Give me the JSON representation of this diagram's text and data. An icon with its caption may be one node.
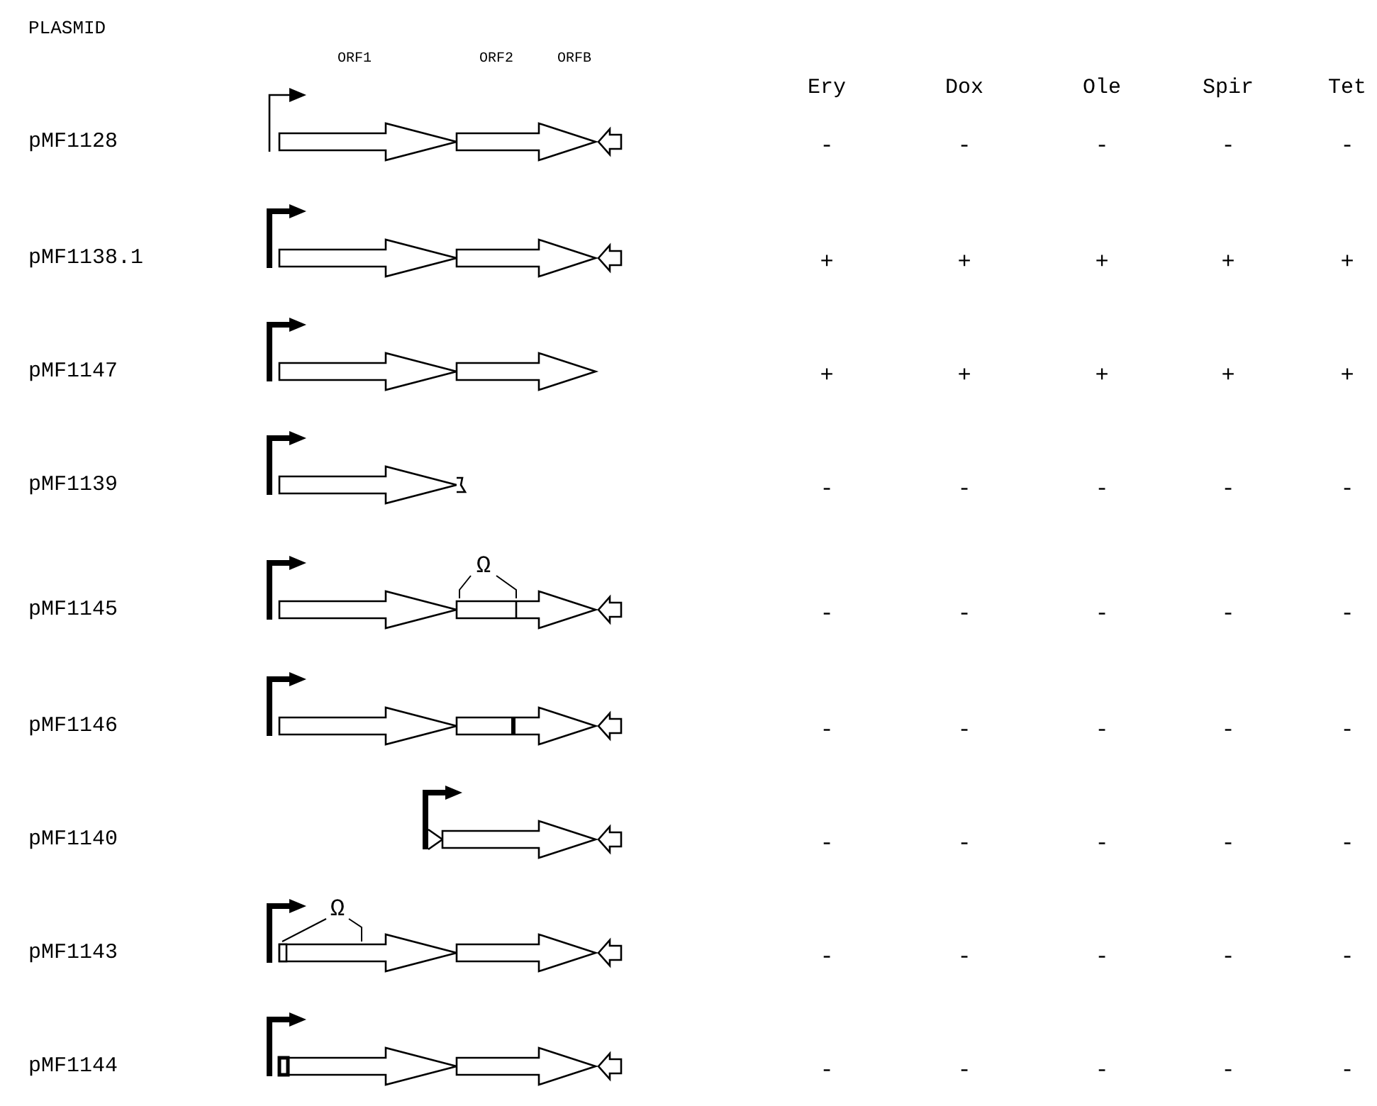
{
  "diagram": {
    "labels": [
      "PLASMID",
      "ORF1",
      "ORF2",
      "ORFB",
      "Ery",
      "Dox",
      "Ole",
      "Spir",
      "Tet",
      "pMF1128",
      "-",
      "-",
      "-",
      "-",
      "-",
      "pMF1138.1",
      "+",
      "+",
      "+",
      "+",
      "+",
      "pMF1147",
      "+",
      "+",
      "+",
      "+",
      "+",
      "pMF1139",
      "-",
      "-",
      "-",
      "-",
      "-",
      "Ω",
      "pMF1145",
      "-",
      "-",
      "-",
      "-",
      "-",
      "pMF1146",
      "-",
      "-",
      "-",
      "-",
      "-",
      "pMF1140",
      "-",
      "-",
      "-",
      "-",
      "-",
      "Ω",
      "pMF1143",
      "-",
      "-",
      "-",
      "-",
      "-",
      "pMF1144",
      "-",
      "-",
      "-",
      "-",
      "-"
    ]
  }
}
